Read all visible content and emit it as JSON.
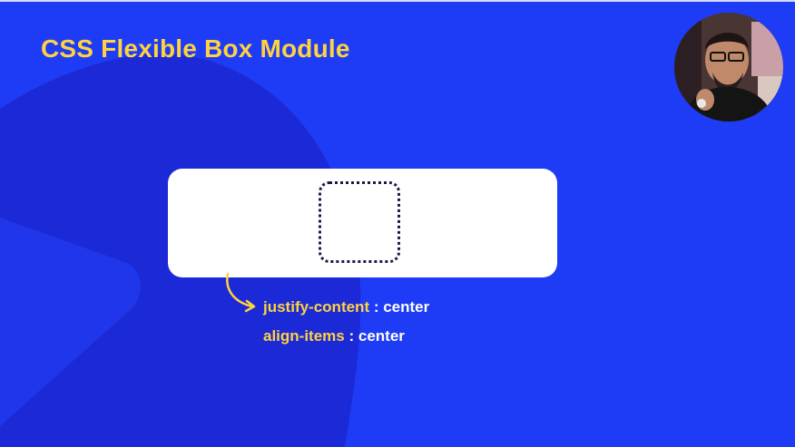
{
  "slide": {
    "title": "CSS Flexible Box Module",
    "properties": [
      {
        "name": "justify-content",
        "separator": " : ",
        "value": "center"
      },
      {
        "name": "align-items",
        "separator": " : ",
        "value": "center"
      }
    ]
  },
  "colors": {
    "background": "#1e3cf5",
    "blob": "#1b2ad6",
    "accent": "#ffd23f",
    "container": "#ffffff",
    "item_border": "#1a1a4a"
  },
  "icons": {
    "arrow": "curved-arrow-icon",
    "webcam": "presenter-webcam"
  }
}
